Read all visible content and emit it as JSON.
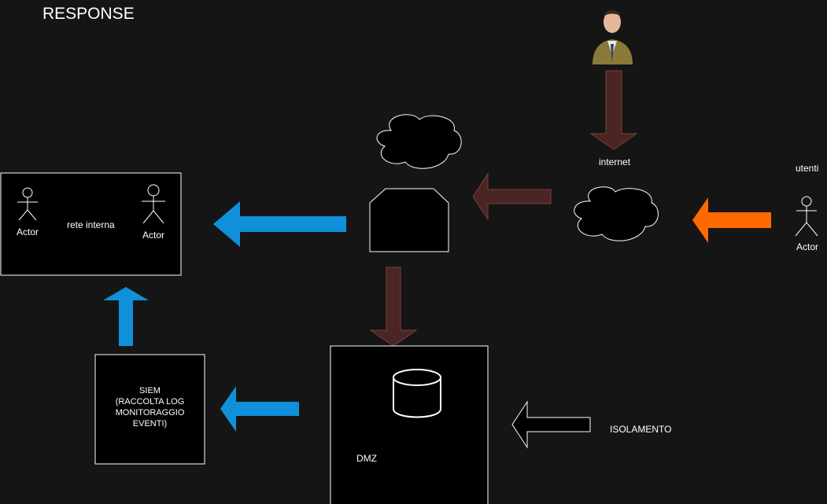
{
  "title": "RESPONSE",
  "internal_network": {
    "label": "rete interna",
    "actor_left_label": "Actor",
    "actor_right_label": "Actor"
  },
  "internet_label": "internet",
  "users": {
    "label": "utenti",
    "actor_label": "Actor"
  },
  "siem_label": "SIEM\n(RACCOLTA LOG\nMONITORAGGIO\nEVENTI)",
  "dmz_label": "DMZ",
  "isolation_label": "ISOLAMENTO",
  "icons": [
    "person-photo-icon",
    "cloud-icon",
    "firewall-icon",
    "database-icon",
    "actor-icon"
  ],
  "colors": {
    "background": "#151515",
    "blue_arrow": "#1090d8",
    "red_arrow": "#4b2424",
    "orange_arrow": "#ff6a00",
    "box_border": "#ffffff"
  }
}
